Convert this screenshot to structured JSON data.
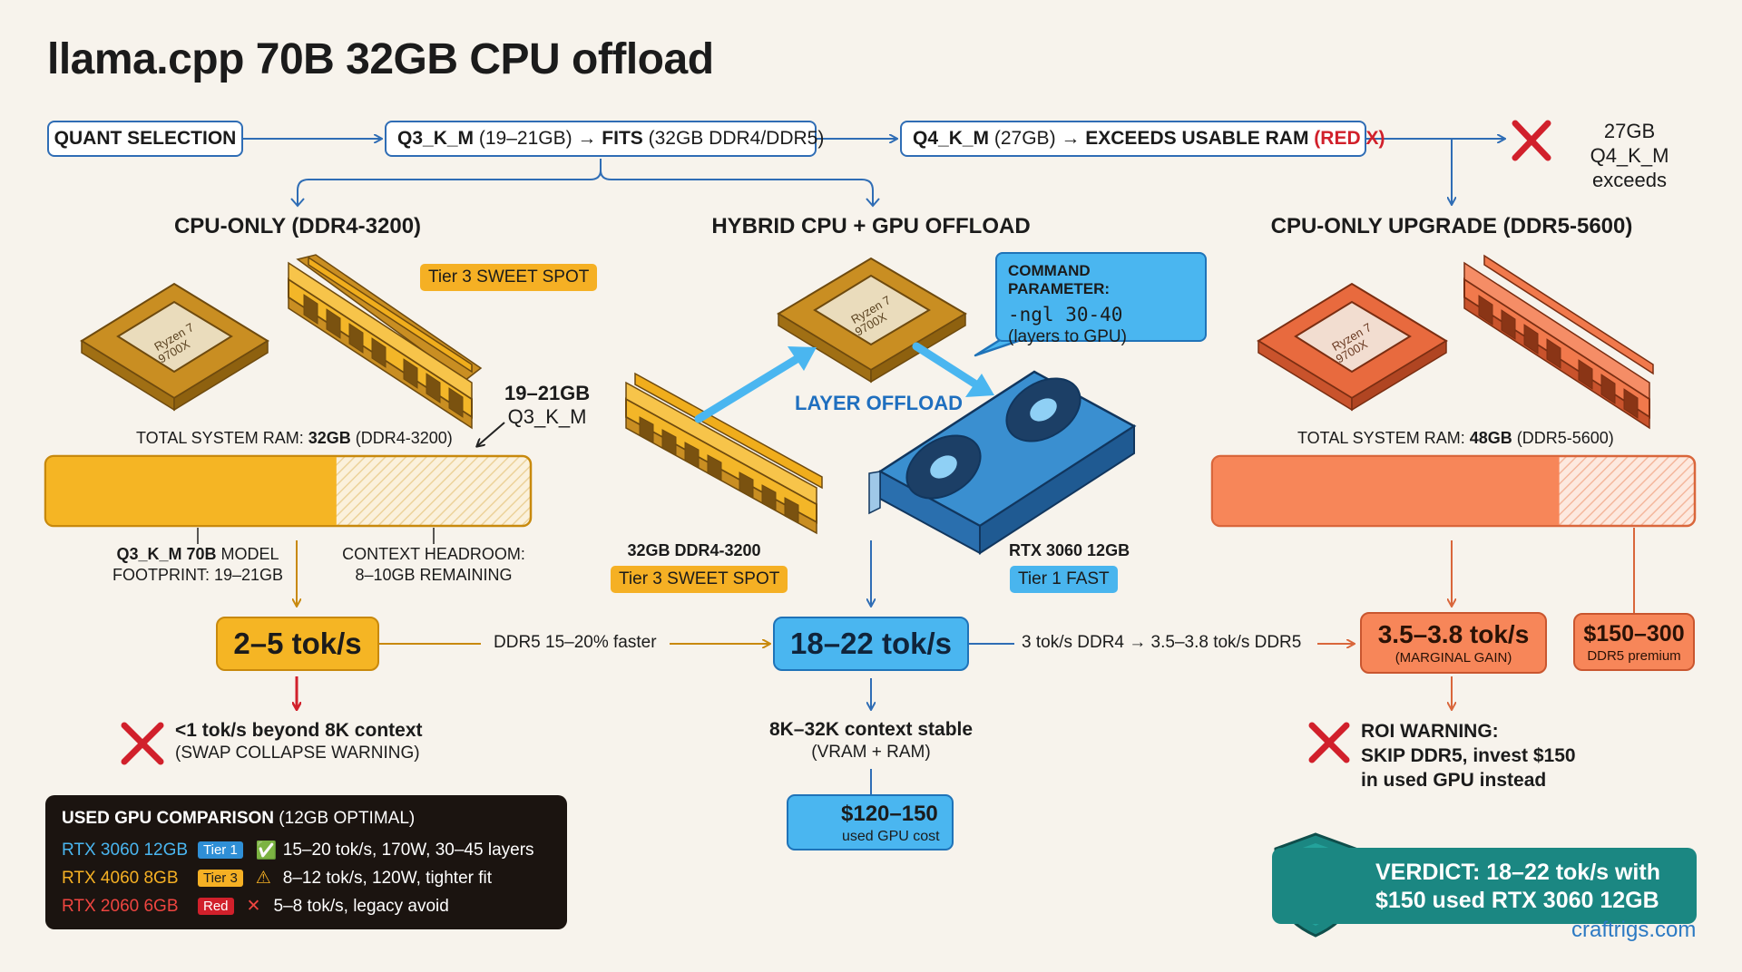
{
  "title": "llama.cpp 70B 32GB CPU offload",
  "quant_row": {
    "selection": "QUANT SELECTION",
    "q3_name": "Q3_K_M",
    "q3_size": "(19–21GB) →",
    "q3_fits": "FITS",
    "q3_ram": "(32GB DDR4/DDR5)",
    "q4_name": "Q4_K_M",
    "q4_size": "(27GB) →",
    "q4_exceeds": "EXCEEDS USABLE RAM",
    "q4_redx": "(RED X)",
    "exceeds_line1": "27GB Q4_K_M",
    "exceeds_line2": "exceeds"
  },
  "columns": {
    "left": {
      "heading": "CPU-ONLY (DDR4-3200)",
      "cpu_text": "Ryzen 7 9700X",
      "tier_tag": "Tier 3 SWEET SPOT",
      "q3_callout_l1": "19–21GB",
      "q3_callout_l2": "Q3_K_M",
      "ram_label_pre": "TOTAL SYSTEM RAM:",
      "ram_label_value": "32GB",
      "ram_label_post": "(DDR4-3200)",
      "model_label_l1_a": "Q3_K_M 70B",
      "model_label_l1_b": "MODEL",
      "model_label_l2": "FOOTPRINT: 19–21GB",
      "context_l1": "CONTEXT HEADROOM:",
      "context_l2": "8–10GB REMAINING",
      "speed": "2–5 tok/s",
      "warn_l1": "<1 tok/s beyond 8K context",
      "warn_l2": "(SWAP COLLAPSE WARNING)"
    },
    "middle": {
      "heading": "HYBRID CPU + GPU OFFLOAD",
      "cpu_text": "Ryzen 7 9700X",
      "layer_offload": "LAYER OFFLOAD",
      "cmd_head": "COMMAND PARAMETER:",
      "cmd_code": "-ngl 30-40",
      "cmd_sub": "(layers to GPU)",
      "ram_label": "32GB DDR4-3200",
      "ram_tag": "Tier 3 SWEET SPOT",
      "gpu_label": "RTX 3060 12GB",
      "gpu_tag": "Tier 1 FAST",
      "speed": "18–22 tok/s",
      "stable_l1": "8K–32K context stable",
      "stable_l2": "(VRAM + RAM)",
      "price": "$120–150",
      "price_sub": "used GPU cost"
    },
    "right": {
      "heading": "CPU-ONLY UPGRADE (DDR5-5600)",
      "cpu_text": "Ryzen 7 9700X",
      "ram_label_pre": "TOTAL SYSTEM RAM:",
      "ram_label_value": "48GB",
      "ram_label_post": "(DDR5-5600)",
      "speed": "3.5–3.8 tok/s",
      "speed_sub": "(MARGINAL GAIN)",
      "premium": "$150–300",
      "premium_sub": "DDR5 premium",
      "roi_l1": "ROI WARNING:",
      "roi_l2": "SKIP DDR5, invest $150",
      "roi_l3": "in used GPU instead"
    }
  },
  "edges": {
    "ddr5_faster": "DDR5 15–20% faster",
    "ddr4_to_ddr5": "3 tok/s DDR4 → 3.5–3.8 tok/s DDR5"
  },
  "ram_bars": {
    "left_used_fraction": 0.6,
    "right_used_fraction": 0.72
  },
  "gpu_comparison": {
    "header_bold": "USED GPU COMPARISON",
    "header_rest": "(12GB OPTIMAL)",
    "rows": [
      {
        "name": "RTX 3060 12GB",
        "tier": "Tier 1",
        "icon": "✅",
        "desc": "15–20 tok/s, 170W, 30–45 layers",
        "name_color": "#4ab6f0",
        "tier_bg": "#2f8fd6"
      },
      {
        "name": "RTX 4060 8GB",
        "tier": "Tier 3",
        "icon": "⚠",
        "desc": "8–12 tok/s, 120W, tighter fit",
        "name_color": "#f5b024",
        "tier_bg": "#f5b024"
      },
      {
        "name": "RTX 2060 6GB",
        "tier": "Red",
        "icon": "✕",
        "desc": "5–8 tok/s, legacy avoid",
        "name_color": "#ee4540",
        "tier_bg": "#d1202b"
      }
    ]
  },
  "verdict": {
    "line1": "VERDICT: 18–22 tok/s with",
    "line2": "$150 used RTX 3060 12GB"
  },
  "watermark": "craftrigs.com",
  "colors": {
    "blue_line": "#2f6db5",
    "amber_line": "#c8890c",
    "orange_line": "#d9663b",
    "red": "#d1202b"
  }
}
